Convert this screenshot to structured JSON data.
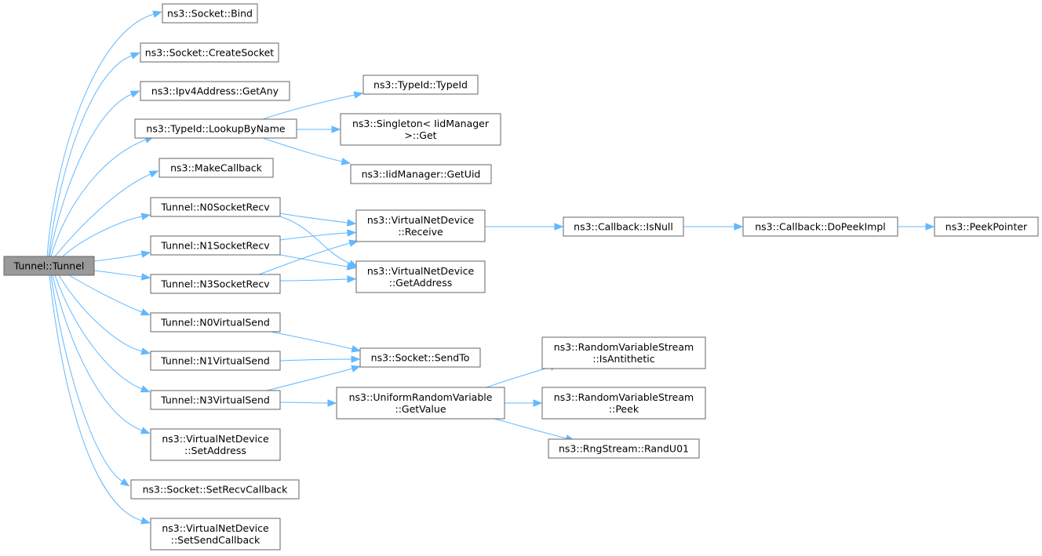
{
  "graph": {
    "edge_color": "#63b8ff",
    "root_fill": "#999999",
    "nodes": [
      {
        "id": "root",
        "lines": [
          "Tunnel::Tunnel"
        ],
        "root": true
      },
      {
        "id": "bind",
        "lines": [
          "ns3::Socket::Bind"
        ]
      },
      {
        "id": "createsocket",
        "lines": [
          "ns3::Socket::CreateSocket"
        ]
      },
      {
        "id": "getany",
        "lines": [
          "ns3::Ipv4Address::GetAny"
        ]
      },
      {
        "id": "lookupbyname",
        "lines": [
          "ns3::TypeId::LookupByName"
        ]
      },
      {
        "id": "makecallback",
        "lines": [
          "ns3::MakeCallback"
        ]
      },
      {
        "id": "n0socketrecv",
        "lines": [
          "Tunnel::N0SocketRecv"
        ]
      },
      {
        "id": "n1socketrecv",
        "lines": [
          "Tunnel::N1SocketRecv"
        ]
      },
      {
        "id": "n3socketrecv",
        "lines": [
          "Tunnel::N3SocketRecv"
        ]
      },
      {
        "id": "n0virtualsend",
        "lines": [
          "Tunnel::N0VirtualSend"
        ]
      },
      {
        "id": "n1virtualsend",
        "lines": [
          "Tunnel::N1VirtualSend"
        ]
      },
      {
        "id": "n3virtualsend",
        "lines": [
          "Tunnel::N3VirtualSend"
        ]
      },
      {
        "id": "setaddress",
        "lines": [
          "ns3::VirtualNetDevice",
          "::SetAddress"
        ]
      },
      {
        "id": "setrecvcallback",
        "lines": [
          "ns3::Socket::SetRecvCallback"
        ]
      },
      {
        "id": "setsendcallback",
        "lines": [
          "ns3::VirtualNetDevice",
          "::SetSendCallback"
        ]
      },
      {
        "id": "typeid",
        "lines": [
          "ns3::TypeId::TypeId"
        ]
      },
      {
        "id": "singletonget",
        "lines": [
          "ns3::Singleton< IidManager",
          ">::Get"
        ]
      },
      {
        "id": "getuid",
        "lines": [
          "ns3::IidManager::GetUid"
        ]
      },
      {
        "id": "receive",
        "lines": [
          "ns3::VirtualNetDevice",
          "::Receive"
        ]
      },
      {
        "id": "getaddress",
        "lines": [
          "ns3::VirtualNetDevice",
          "::GetAddress"
        ]
      },
      {
        "id": "sendto",
        "lines": [
          "ns3::Socket::SendTo"
        ]
      },
      {
        "id": "getvalue",
        "lines": [
          "ns3::UniformRandomVariable",
          "::GetValue"
        ]
      },
      {
        "id": "isnull",
        "lines": [
          "ns3::Callback::IsNull"
        ]
      },
      {
        "id": "dopeekimpl",
        "lines": [
          "ns3::Callback::DoPeekImpl"
        ]
      },
      {
        "id": "peekpointer",
        "lines": [
          "ns3::PeekPointer"
        ]
      },
      {
        "id": "isantithetic",
        "lines": [
          "ns3::RandomVariableStream",
          "::IsAntithetic"
        ]
      },
      {
        "id": "peek",
        "lines": [
          "ns3::RandomVariableStream",
          "::Peek"
        ]
      },
      {
        "id": "randu01",
        "lines": [
          "ns3::RngStream::RandU01"
        ]
      }
    ],
    "edges": [
      {
        "from": "root",
        "to": "bind"
      },
      {
        "from": "root",
        "to": "createsocket"
      },
      {
        "from": "root",
        "to": "getany"
      },
      {
        "from": "root",
        "to": "lookupbyname"
      },
      {
        "from": "root",
        "to": "makecallback"
      },
      {
        "from": "root",
        "to": "n0socketrecv"
      },
      {
        "from": "root",
        "to": "n1socketrecv"
      },
      {
        "from": "root",
        "to": "n3socketrecv"
      },
      {
        "from": "root",
        "to": "n0virtualsend"
      },
      {
        "from": "root",
        "to": "n1virtualsend"
      },
      {
        "from": "root",
        "to": "n3virtualsend"
      },
      {
        "from": "root",
        "to": "setaddress"
      },
      {
        "from": "root",
        "to": "setrecvcallback"
      },
      {
        "from": "root",
        "to": "setsendcallback"
      },
      {
        "from": "lookupbyname",
        "to": "typeid"
      },
      {
        "from": "lookupbyname",
        "to": "singletonget"
      },
      {
        "from": "lookupbyname",
        "to": "getuid"
      },
      {
        "from": "n0socketrecv",
        "to": "receive"
      },
      {
        "from": "n0socketrecv",
        "to": "getaddress"
      },
      {
        "from": "n1socketrecv",
        "to": "receive"
      },
      {
        "from": "n1socketrecv",
        "to": "getaddress"
      },
      {
        "from": "n3socketrecv",
        "to": "receive"
      },
      {
        "from": "n3socketrecv",
        "to": "getaddress"
      },
      {
        "from": "n0virtualsend",
        "to": "sendto"
      },
      {
        "from": "n1virtualsend",
        "to": "sendto"
      },
      {
        "from": "n3virtualsend",
        "to": "sendto"
      },
      {
        "from": "n3virtualsend",
        "to": "getvalue"
      },
      {
        "from": "receive",
        "to": "isnull"
      },
      {
        "from": "isnull",
        "to": "dopeekimpl"
      },
      {
        "from": "dopeekimpl",
        "to": "peekpointer"
      },
      {
        "from": "getvalue",
        "to": "isantithetic"
      },
      {
        "from": "getvalue",
        "to": "peek"
      },
      {
        "from": "getvalue",
        "to": "randu01"
      }
    ]
  }
}
